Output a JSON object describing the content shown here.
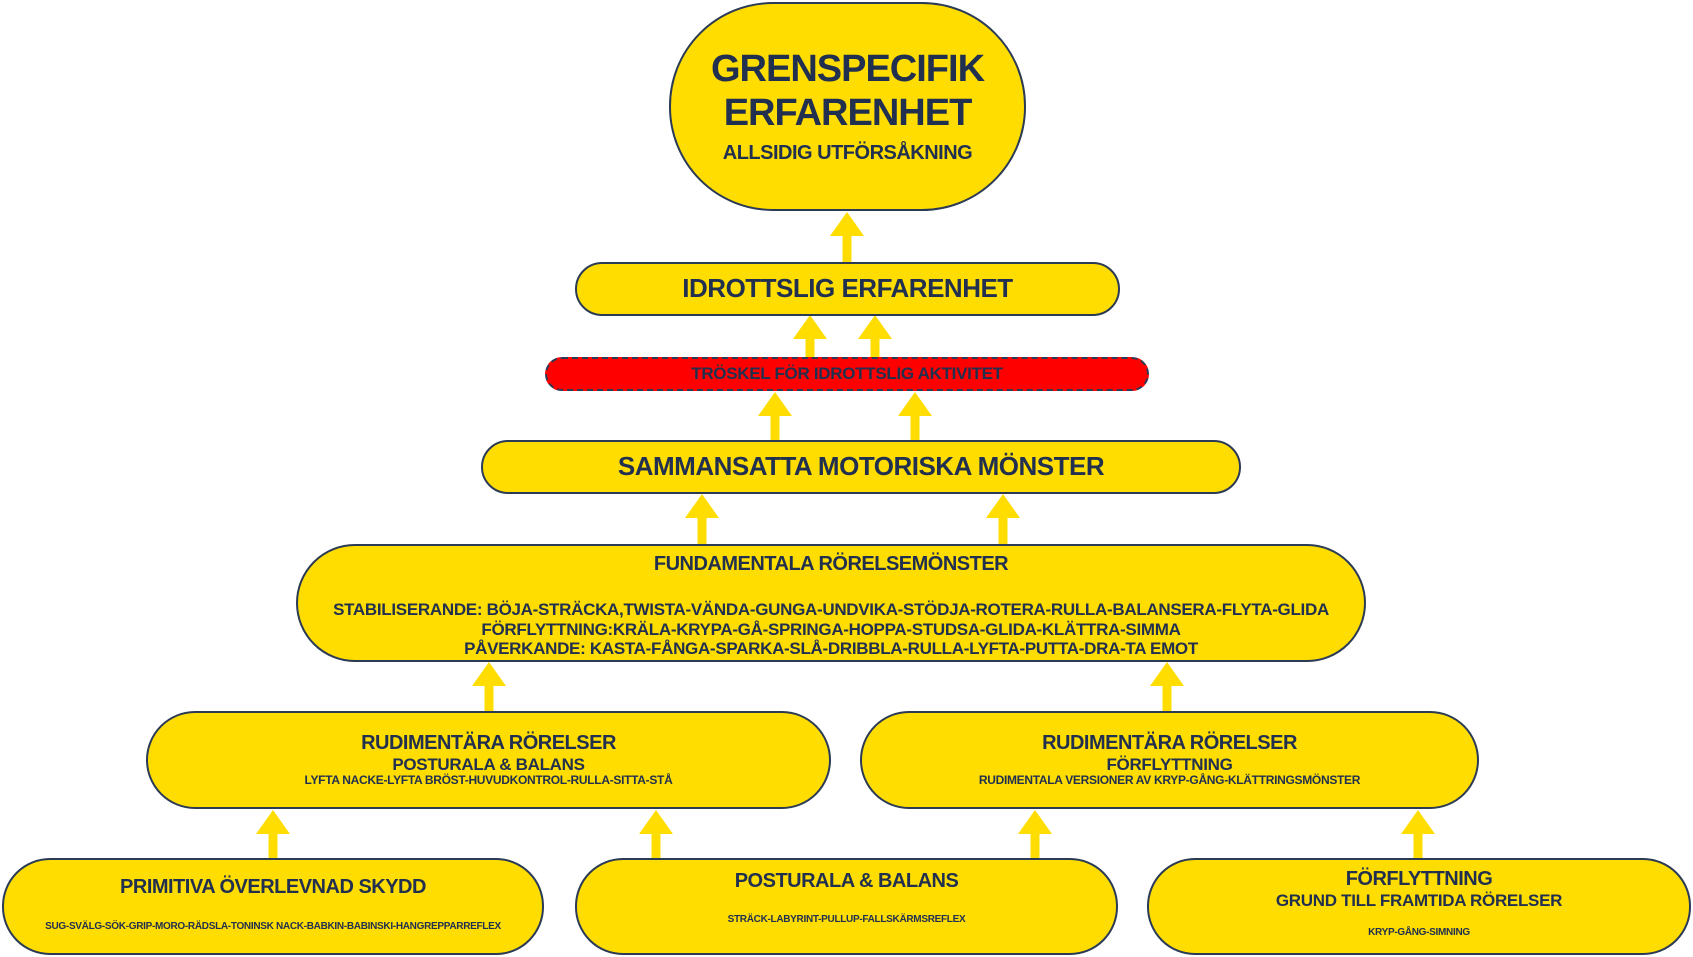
{
  "colors": {
    "node_fill": "#FFDD00",
    "node_border": "#2B3A55",
    "text": "#22304F",
    "threshold_fill": "#FF0000",
    "arrow": "#FFDD00"
  },
  "top": {
    "title_line1": "GRENSPECIFIK",
    "title_line2": "ERFARENHET",
    "subtitle": "ALLSIDIG UTFÖRSÅKNING"
  },
  "sport": {
    "title": "IDROTTSLIG ERFARENHET"
  },
  "threshold": {
    "title": "TRÖSKEL FÖR IDROTTSLIG AKTIVITET"
  },
  "combined": {
    "title": "SAMMANSATTA MOTORISKA MÖNSTER"
  },
  "fundamental": {
    "title": "FUNDAMENTALA RÖRELSEMÖNSTER",
    "line1": "STABILISERANDE: BÖJA-STRÄCKA,TWISTA-VÄNDA-GUNGA-UNDVIKA-STÖDJA-ROTERA-RULLA-BALANSERA-FLYTA-GLIDA",
    "line2": "FÖRFLYTTNING:KRÄLA-KRYPA-GÅ-SPRINGA-HOPPA-STUDSA-GLIDA-KLÄTTRA-SIMMA",
    "line3": "PÅVERKANDE: KASTA-FÅNGA-SPARKA-SLÅ-DRIBBLA-RULLA-LYFTA-PUTTA-DRA-TA EMOT"
  },
  "rudimentary_left": {
    "title": "RUDIMENTÄRA RÖRELSER",
    "subtitle": "POSTURALA & BALANS",
    "detail": "LYFTA NACKE-LYFTA BRÖST-HUVUDKONTROL-RULLA-SITTA-STÅ"
  },
  "rudimentary_right": {
    "title": "RUDIMENTÄRA RÖRELSER",
    "subtitle": "FÖRFLYTTNING",
    "detail": "RUDIMENTALA VERSIONER AV KRYP-GÅNG-KLÄTTRINGSMÖNSTER"
  },
  "primitive": {
    "title": "PRIMITIVA ÖVERLEVNAD SKYDD",
    "detail": "SUG-SVÄLG-SÖK-GRIP-MORO-RÄDSLA-TONINSK NACK-BABKIN-BABINSKI-HANGREPPARREFLEX"
  },
  "postural": {
    "title": "POSTURALA & BALANS",
    "detail": "STRÄCK-LABYRINT-PULLUP-FALLSKÄRMSREFLEX"
  },
  "locomotion": {
    "title": "FÖRFLYTTNING",
    "subtitle": "GRUND TILL FRAMTIDA RÖRELSER",
    "detail": "KRYP-GÅNG-SIMNING"
  }
}
